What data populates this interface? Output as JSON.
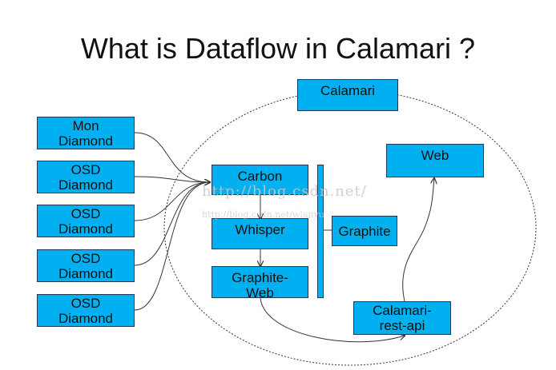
{
  "title": "What is Dataflow in Calamari ?",
  "nodes": {
    "calamari": "Calamari",
    "mon": [
      "Mon",
      "Diamond"
    ],
    "osd1": [
      "OSD",
      "Diamond"
    ],
    "osd2": [
      "OSD",
      "Diamond"
    ],
    "osd3": [
      "OSD",
      "Diamond"
    ],
    "osd4": [
      "OSD",
      "Diamond"
    ],
    "carbon": "Carbon",
    "whisper": "Whisper",
    "graphite_web": [
      "Graphite-",
      "Web"
    ],
    "graphite": "Graphite",
    "web": "Web",
    "rest_api": [
      "Calamari-",
      "rest-api"
    ]
  },
  "watermark": {
    "line1": "http://blog.csdn.net/",
    "line2": "http://blog.csdn.net/wlanyu"
  },
  "colors": {
    "box_fill": "#00b0f0",
    "box_border": "#1f3b5a",
    "line": "#333333"
  }
}
